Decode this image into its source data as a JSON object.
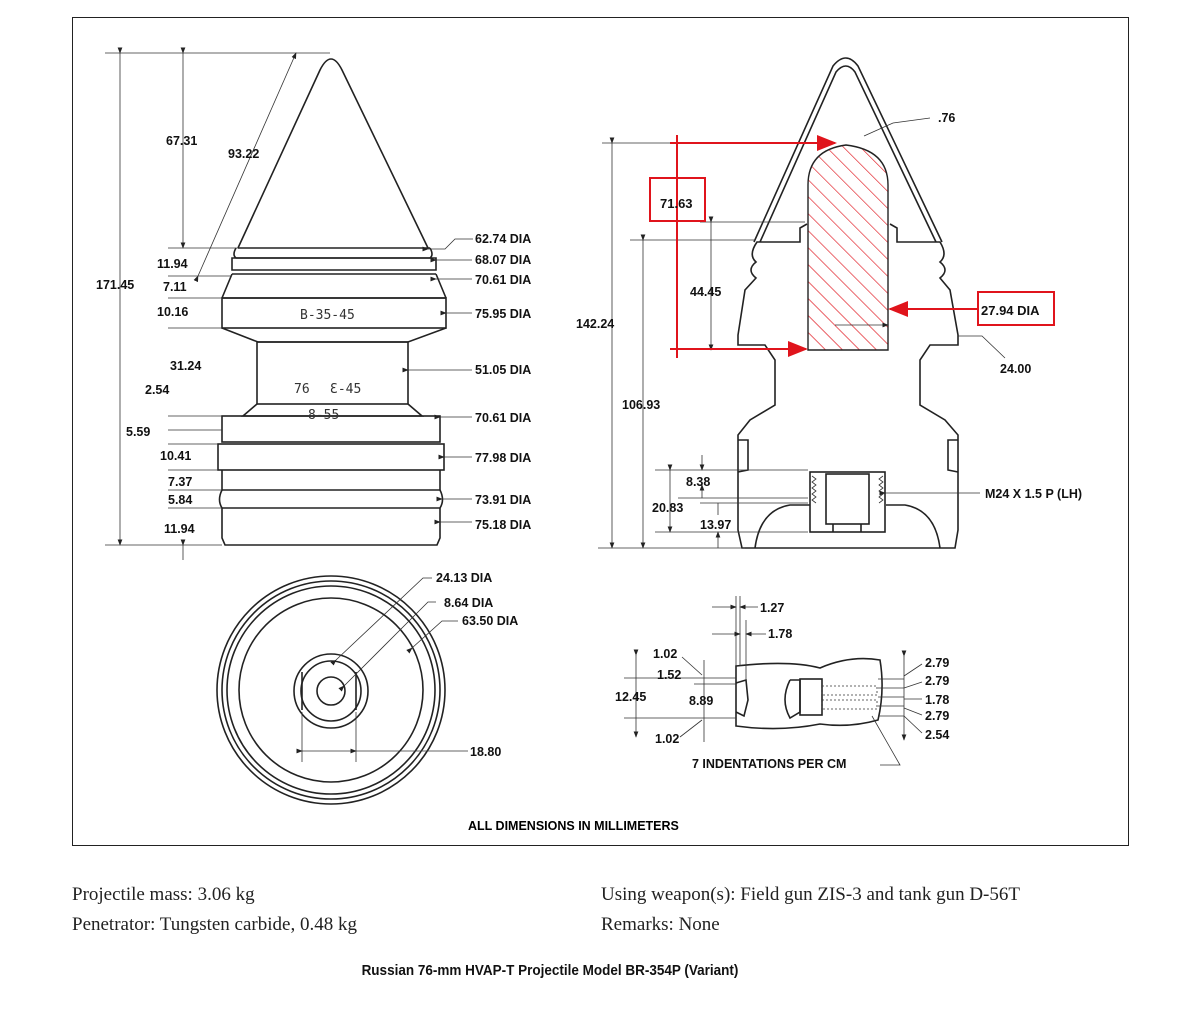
{
  "drawing": {
    "units_note": "ALL DIMENSIONS IN MILLIMETERS",
    "side_view": {
      "lengths": {
        "overall": "171.45",
        "nose": "67.31",
        "slant": "93.22",
        "band1": "11.94",
        "band2": "7.11",
        "band3": "10.16",
        "waist": "31.24",
        "step": "2.54",
        "r1": "5.59",
        "r2": "10.41",
        "r3": "7.37",
        "r4": "5.84",
        "r5": "11.94"
      },
      "diameters": [
        "62.74 DIA",
        "68.07 DIA",
        "70.61 DIA",
        "75.95 DIA",
        "51.05 DIA",
        "70.61 DIA",
        "77.98 DIA",
        "73.91 DIA",
        "75.18 DIA"
      ],
      "stamps": [
        "B-35-45",
        "76",
        "Ɛ-45",
        "8-55"
      ]
    },
    "section_view": {
      "windscreen_thickness": ".76",
      "core_length": "71.63",
      "core_diameter": "27.94 DIA",
      "l_44": "44.45",
      "l_142": "142.24",
      "l_106": "106.93",
      "r_24": "24.00",
      "l_838": "8.38",
      "l_2083": "20.83",
      "l_1397": "13.97",
      "thread": "M24 X 1.5 P (LH)",
      "highlight_color": "#e0141c"
    },
    "base_view": {
      "d1": "24.13 DIA",
      "d2": "8.64 DIA",
      "d3": "63.50 DIA",
      "flat": "18.80"
    },
    "detail_view": {
      "top1": "1.27",
      "top2": "1.78",
      "left": [
        "1.02",
        "1.52",
        "12.45",
        "8.89",
        "1.02"
      ],
      "right": [
        "2.79",
        "2.79",
        "1.78",
        "2.79",
        "2.54"
      ],
      "note": "7 INDENTATIONS PER CM"
    }
  },
  "specs": {
    "mass": "Projectile mass:  3.06 kg",
    "penetrator": "Penetrator:  Tungsten carbide, 0.48 kg",
    "weapons": "Using weapon(s):  Field gun ZIS-3 and tank gun D-56T",
    "remarks": "Remarks:  None"
  },
  "title": "Russian 76-mm HVAP-T Projectile Model BR-354P (Variant)"
}
